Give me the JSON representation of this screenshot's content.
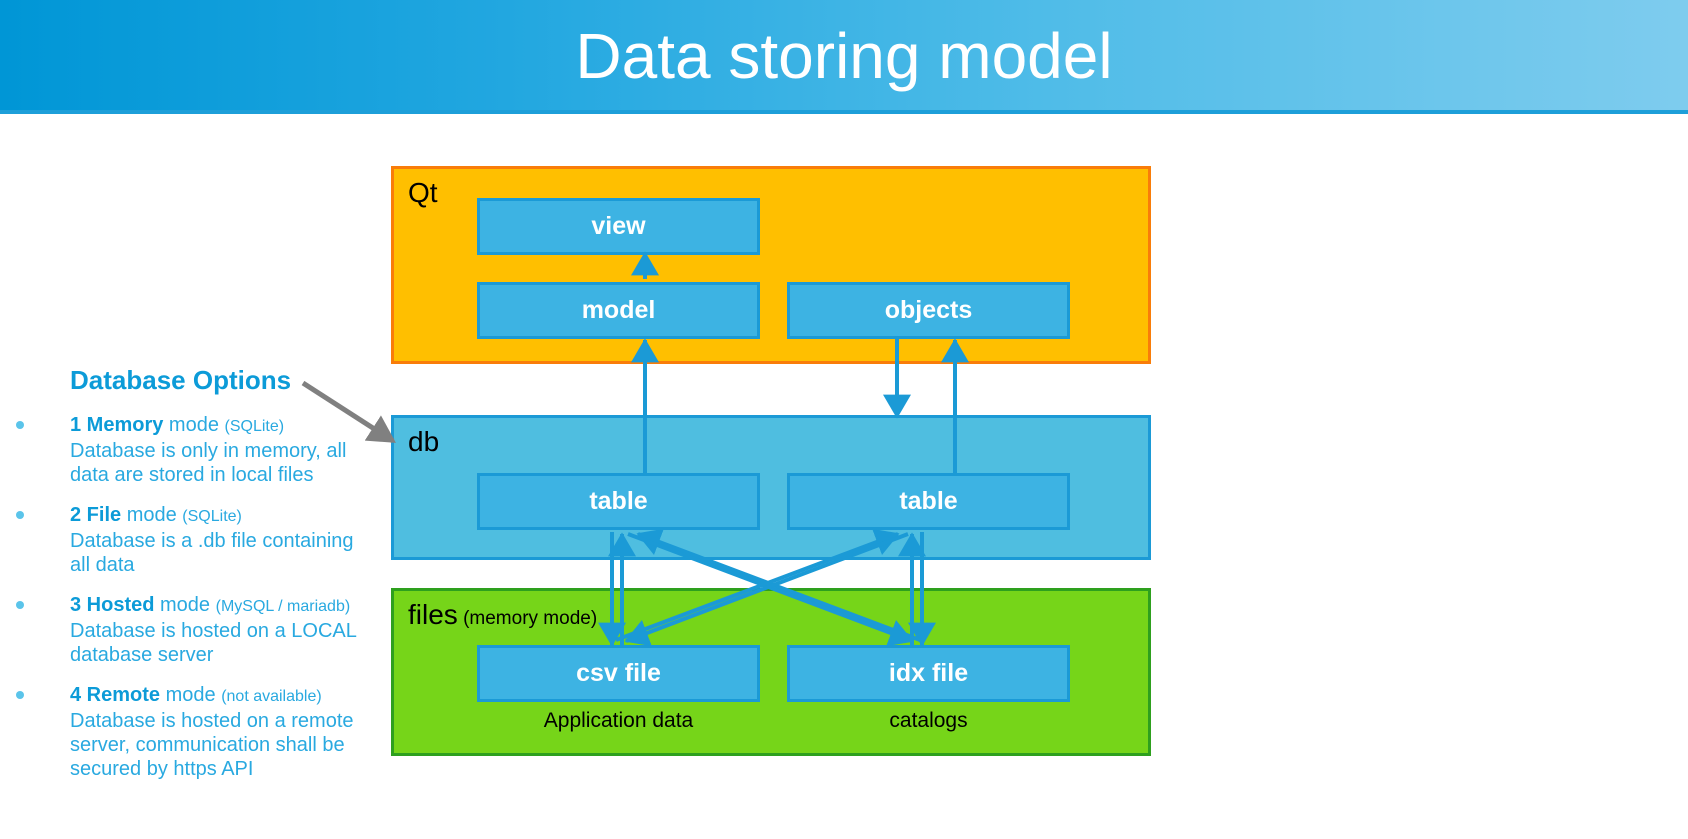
{
  "header": {
    "title": "Data storing model",
    "gradient_from": "#0096D6",
    "gradient_to": "#7ECCEE",
    "rule_color": "#1D9FD9"
  },
  "sidebar": {
    "heading": "Database Options",
    "accent": "#0C9BD8",
    "text_color": "#29A9E0",
    "bullet_color": "#5BC4EA",
    "options": [
      {
        "num": "1 Memory",
        "mode": " mode ",
        "paren": "(SQLite)",
        "body": "Database is only in memory, all data are stored in local files"
      },
      {
        "num": "2 File",
        "mode": " mode ",
        "paren": "(SQLite)",
        "body": "Database is a .db file containing all data"
      },
      {
        "num": "3 Hosted",
        "mode": " mode ",
        "paren": "(MySQL / mariadb)",
        "body": "Database is hosted on a LOCAL database server"
      },
      {
        "num": "4 Remote",
        "mode": " mode ",
        "paren": "(not available)",
        "body": "Database is hosted on a remote server, communication shall be secured by https API"
      }
    ]
  },
  "diagram": {
    "qt": {
      "label": "Qt",
      "fill": "#FFBF00",
      "border": "#F97D09",
      "nodes": [
        {
          "id": "view",
          "label": "view"
        },
        {
          "id": "model",
          "label": "model"
        },
        {
          "id": "objects",
          "label": "objects"
        }
      ]
    },
    "db": {
      "label": "db",
      "fill": "#4FBEE0",
      "border": "#1B9AD6",
      "nodes": [
        {
          "id": "table1",
          "label": "table"
        },
        {
          "id": "table2",
          "label": "table"
        }
      ]
    },
    "files": {
      "label": "files",
      "label_sub": " (memory mode)",
      "fill": "#76D519",
      "border": "#2EA01E",
      "nodes": [
        {
          "id": "csv",
          "label": "csv file"
        },
        {
          "id": "idx",
          "label": "idx file"
        }
      ],
      "captions": [
        {
          "id": "app",
          "label": "Application data"
        },
        {
          "id": "cat",
          "label": "catalogs"
        }
      ]
    },
    "node_fill": "#3DB3E3",
    "node_border": "#1B9AD6",
    "arrow_color": "#1B9AD6",
    "pointer_color": "#808080"
  }
}
